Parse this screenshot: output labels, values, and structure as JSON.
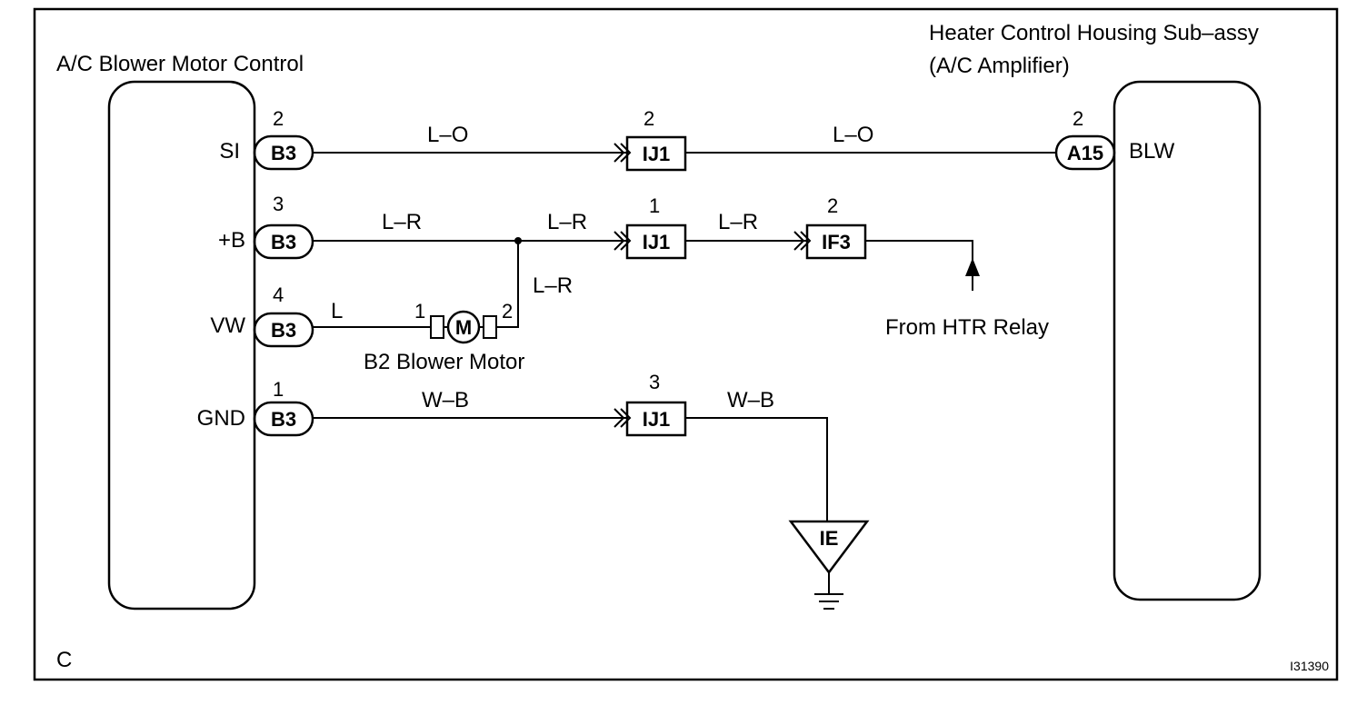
{
  "left_component": {
    "title": "A/C Blower Motor Control"
  },
  "right_component": {
    "title_line1": "Heater Control Housing Sub–assy",
    "title_line2": "(A/C Amplifier)",
    "terminal": "BLW",
    "connector": "A15",
    "connector_pin": "2"
  },
  "left_terminals": [
    {
      "name": "SI",
      "pin": "2",
      "connector": "B3"
    },
    {
      "name": "+B",
      "pin": "3",
      "connector": "B3"
    },
    {
      "name": "VW",
      "pin": "4",
      "connector": "B3"
    },
    {
      "name": "GND",
      "pin": "1",
      "connector": "B3"
    }
  ],
  "wires": {
    "si_left": "L–O",
    "si_right": "L–O",
    "b_left": "L–R",
    "b_mid": "L–R",
    "b_right": "L–R",
    "b_down": "L–R",
    "vw": "L",
    "gnd_left": "W–B",
    "gnd_right": "W–B"
  },
  "junctions": [
    {
      "id": "IJ1",
      "pin": "2"
    },
    {
      "id": "IJ1",
      "pin": "1"
    },
    {
      "id": "IF3",
      "pin": "2"
    },
    {
      "id": "IJ1",
      "pin": "3"
    }
  ],
  "motor": {
    "symbol": "M",
    "pin_left": "1",
    "pin_right": "2",
    "label": "B2 Blower Motor"
  },
  "htr_relay_label": "From HTR Relay",
  "ground": {
    "id": "IE"
  },
  "corner_letter": "C",
  "figure_code": "I31390"
}
